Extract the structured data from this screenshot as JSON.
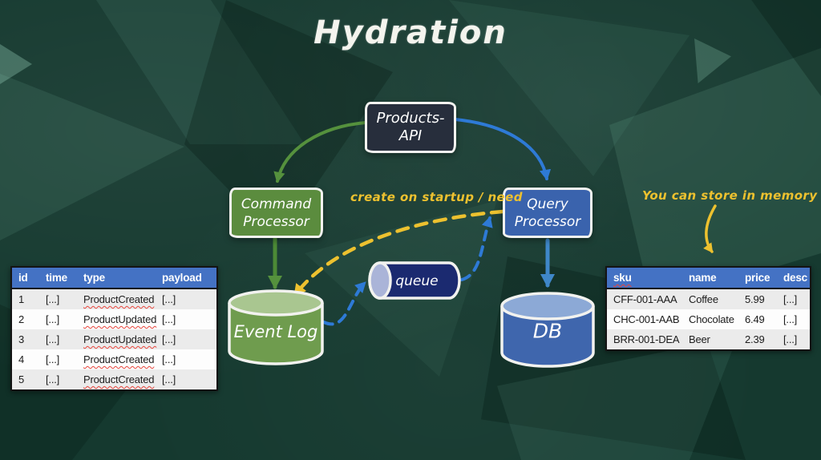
{
  "title": "Hydration",
  "nodes": {
    "products_api": {
      "line1": "Products-",
      "line2": "API"
    },
    "command_processor": {
      "line1": "Command",
      "line2": "Processor"
    },
    "query_processor": {
      "line1": "Query",
      "line2": "Processor"
    },
    "event_log": {
      "label": "Event Log"
    },
    "queue": {
      "label": "queue"
    },
    "db": {
      "label": "DB"
    }
  },
  "annotations": {
    "create_on_startup": "create on startup / need",
    "store_in_memory": "You can store in memory"
  },
  "event_table": {
    "headers": [
      "id",
      "time",
      "type",
      "payload"
    ],
    "rows": [
      [
        "1",
        "[...]",
        "ProductCreated",
        "[...]"
      ],
      [
        "2",
        "[...]",
        "ProductUpdated",
        "[...]"
      ],
      [
        "3",
        "[...]",
        "ProductUpdated",
        "[...]"
      ],
      [
        "4",
        "[...]",
        "ProductCreated",
        "[...]"
      ],
      [
        "5",
        "[...]",
        "ProductCreated",
        "[...]"
      ]
    ]
  },
  "product_table": {
    "headers": [
      "sku",
      "name",
      "price",
      "desc"
    ],
    "rows": [
      [
        "CFF-001-AAA",
        "Coffee",
        "5.99",
        "[...]"
      ],
      [
        "CHC-001-AAB",
        "Chocolate",
        "6.49",
        "[...]"
      ],
      [
        "BRR-001-DEA",
        "Beer",
        "2.39",
        "[...]"
      ]
    ]
  },
  "colors": {
    "chalkboard": "#15392f",
    "api_box": "#272e3c",
    "command_box": "#5b8c3e",
    "query_box": "#3a63ad",
    "event_log_cylinder": "#6f9c4e",
    "queue_cylinder": "#1b2a70",
    "db_cylinder": "#3f66ad",
    "arrow_green": "#55913d",
    "arrow_blue": "#2e7ad6",
    "annotation_yellow": "#edc12f",
    "table_header": "#4472c4"
  }
}
